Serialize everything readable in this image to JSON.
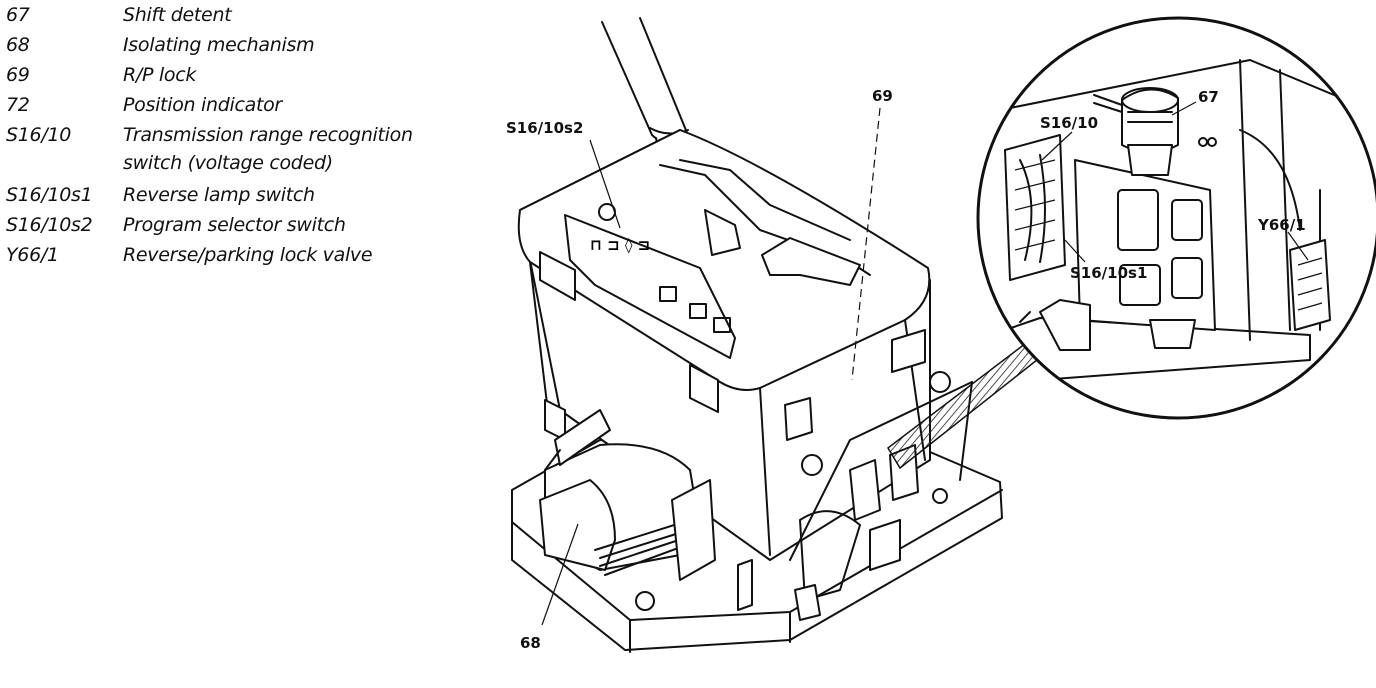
{
  "legend": [
    {
      "code": "67",
      "desc": "Shift detent"
    },
    {
      "code": "68",
      "desc": "Isolating mechanism"
    },
    {
      "code": "69",
      "desc": "R/P lock"
    },
    {
      "code": "72",
      "desc": "Position indicator"
    },
    {
      "code": "S16/10",
      "desc": "Transmission range recognition",
      "desc2": "switch (voltage coded)"
    },
    {
      "code": "S16/10s1",
      "desc": "Reverse lamp switch"
    },
    {
      "code": "S16/10s2",
      "desc": "Program selector switch"
    },
    {
      "code": "Y66/1",
      "desc": "Reverse/parking lock valve"
    }
  ],
  "callouts": {
    "s16_10s2": "S16/10s2",
    "c69": "69",
    "c68": "68",
    "s16_10": "S16/10",
    "c67": "67",
    "y66_1": "Y66/1",
    "s16_10s1": "S16/10s1"
  }
}
